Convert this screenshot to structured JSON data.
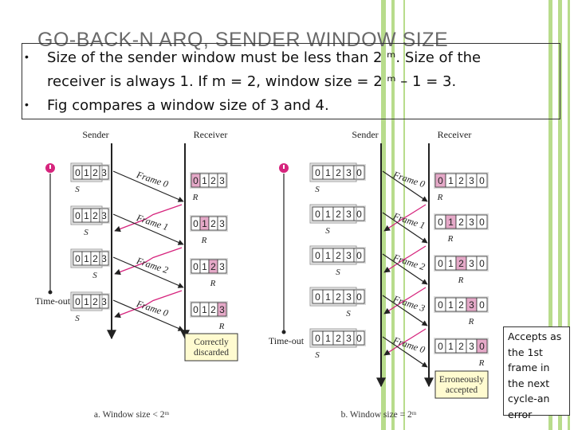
{
  "title": "GO-BACK-N ARQ, SENDER WINDOW SIZE",
  "bullets": [
    "Size of the sender window must be less than 2 ᵐ. Size of the",
    "receiver is always 1. If m = 2, window size = 2 ᵐ – 1 = 3.",
    "Fig compares a window size of 3 and 4."
  ],
  "diagram_a": {
    "sender_label": "Sender",
    "receiver_label": "Receiver",
    "timeout_label": "Time-out",
    "sender_windows": [
      [
        "0",
        "1",
        "2",
        "3"
      ],
      [
        "0",
        "1",
        "2",
        "3"
      ],
      [
        "0",
        "1",
        "2",
        "3"
      ],
      [
        "0",
        "1",
        "2",
        "3"
      ]
    ],
    "receiver_windows": [
      [
        "0",
        "1",
        "2",
        "3"
      ],
      [
        "0",
        "1",
        "2",
        "3"
      ],
      [
        "0",
        "1",
        "2",
        "3"
      ],
      [
        "0",
        "1",
        "2",
        "3"
      ]
    ],
    "frames": [
      "Frame 0",
      "Frame 1",
      "Frame 2",
      "Frame 0"
    ],
    "s_label": "S",
    "r_label": "R",
    "result_lines": [
      "Correctly",
      "discarded"
    ],
    "caption": "a. Window size < 2ᵐ"
  },
  "diagram_b": {
    "sender_label": "Sender",
    "receiver_label": "Receiver",
    "timeout_label": "Time-out",
    "sender_windows": [
      [
        "0",
        "1",
        "2",
        "3",
        "0"
      ],
      [
        "0",
        "1",
        "2",
        "3",
        "0"
      ],
      [
        "0",
        "1",
        "2",
        "3",
        "0"
      ],
      [
        "0",
        "1",
        "2",
        "3",
        "0"
      ],
      [
        "0",
        "1",
        "2",
        "3",
        "0"
      ]
    ],
    "receiver_windows": [
      [
        "0",
        "1",
        "2",
        "3",
        "0"
      ],
      [
        "0",
        "1",
        "2",
        "3",
        "0"
      ],
      [
        "0",
        "1",
        "2",
        "3",
        "0"
      ],
      [
        "0",
        "1",
        "2",
        "3",
        "0"
      ],
      [
        "0",
        "1",
        "2",
        "3",
        "0"
      ]
    ],
    "frames": [
      "Frame 0",
      "Frame 1",
      "Frame 2",
      "Frame 3",
      "Frame 0"
    ],
    "s_label": "S",
    "r_label": "R",
    "result_lines": [
      "Erroneously",
      "accepted"
    ],
    "caption": "b. Window size = 2ᵐ"
  },
  "note_lines": [
    "Accepts as",
    "the 1st",
    "frame in",
    "the next",
    "cycle-an",
    "error"
  ],
  "colors": {
    "accent_green": "#b8dc8c",
    "highlight_pink": "#e5a9c8",
    "result_yellow": "#fffbd0",
    "alarm_red": "#d6247d"
  }
}
